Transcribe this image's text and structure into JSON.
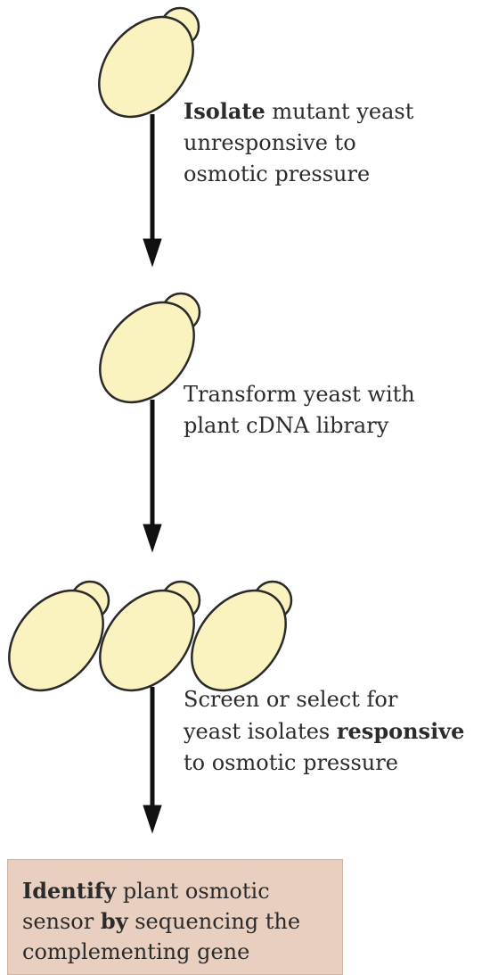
{
  "colors": {
    "cell_fill": "#faf3c0",
    "cell_stroke": "#2a2a2a",
    "arrow": "#111111",
    "result_box_fill": "#e8cfc0"
  },
  "steps": [
    {
      "line1_bold": "Isolate",
      "line1_rest": " mutant yeast",
      "line2": "unresponsive to",
      "line3": "osmotic pressure"
    },
    {
      "line1": "Transform yeast with",
      "line2": "plant cDNA library"
    },
    {
      "line1": "Screen or select for",
      "line2_pre": "yeast isolates ",
      "line2_bold": "responsive",
      "line3": "to osmotic pressure"
    }
  ],
  "result": {
    "line1_bold": "Identify",
    "line1_rest": " plant osmotic",
    "line2_pre": "sensor ",
    "line2_bold": "by",
    "line2_rest": " sequencing the",
    "line3": "complementing gene"
  }
}
